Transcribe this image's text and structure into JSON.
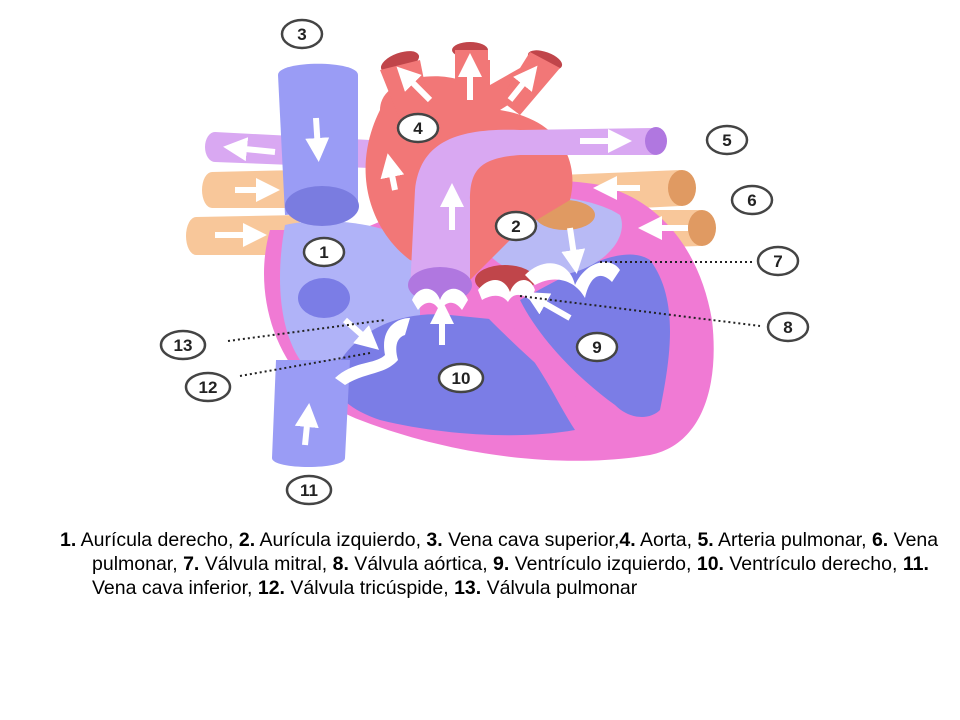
{
  "colors": {
    "vena_cava": "#9a9cf5",
    "vena_cava_dark": "#7a7ce0",
    "aorta": "#f27777",
    "pulmonary_artery": "#d9a8f2",
    "pulmonary_vein": "#f8c79a",
    "atrium_right": "#b0b3f8",
    "atrium_left": "#b8baf5",
    "ventricle": "#7b7de6",
    "myocardium": "#f07ad4",
    "valve": "#ffffff",
    "valve_red": "#c0454a",
    "arrow": "#ffffff"
  },
  "markers": [
    {
      "id": "1",
      "text": "1"
    },
    {
      "id": "2",
      "text": "2"
    },
    {
      "id": "3",
      "text": "3"
    },
    {
      "id": "4",
      "text": "4"
    },
    {
      "id": "5",
      "text": "5"
    },
    {
      "id": "6",
      "text": "6"
    },
    {
      "id": "7",
      "text": "7"
    },
    {
      "id": "8",
      "text": "8"
    },
    {
      "id": "9",
      "text": "9"
    },
    {
      "id": "10",
      "text": "10"
    },
    {
      "id": "11",
      "text": "11"
    },
    {
      "id": "12",
      "text": "12"
    },
    {
      "id": "13",
      "text": "13"
    }
  ],
  "legend": [
    {
      "num": "1.",
      "text": " Aurícula derecho, "
    },
    {
      "num": "2.",
      "text": " Aurícula izquierdo, "
    },
    {
      "num": "3.",
      "text": " Vena cava superior,"
    },
    {
      "num": "4.",
      "text": " Aorta, "
    },
    {
      "num": "5.",
      "text": " Arteria pulmonar,  "
    },
    {
      "num": "6.",
      "text": " Vena pulmonar, "
    },
    {
      "num": "7.",
      "text": " Válvula mitral, "
    },
    {
      "num": "8.",
      "text": " Válvula aórtica, "
    },
    {
      "num": "9.",
      "text": " Ventrículo izquierdo, "
    },
    {
      "num": "10.",
      "text": " Ventrículo derecho, "
    },
    {
      "num": "11.",
      "text": " Vena cava inferior, "
    },
    {
      "num": "12.",
      "text": " Válvula tricúspide, "
    },
    {
      "num": "13.",
      "text": " Válvula pulmonar"
    }
  ]
}
